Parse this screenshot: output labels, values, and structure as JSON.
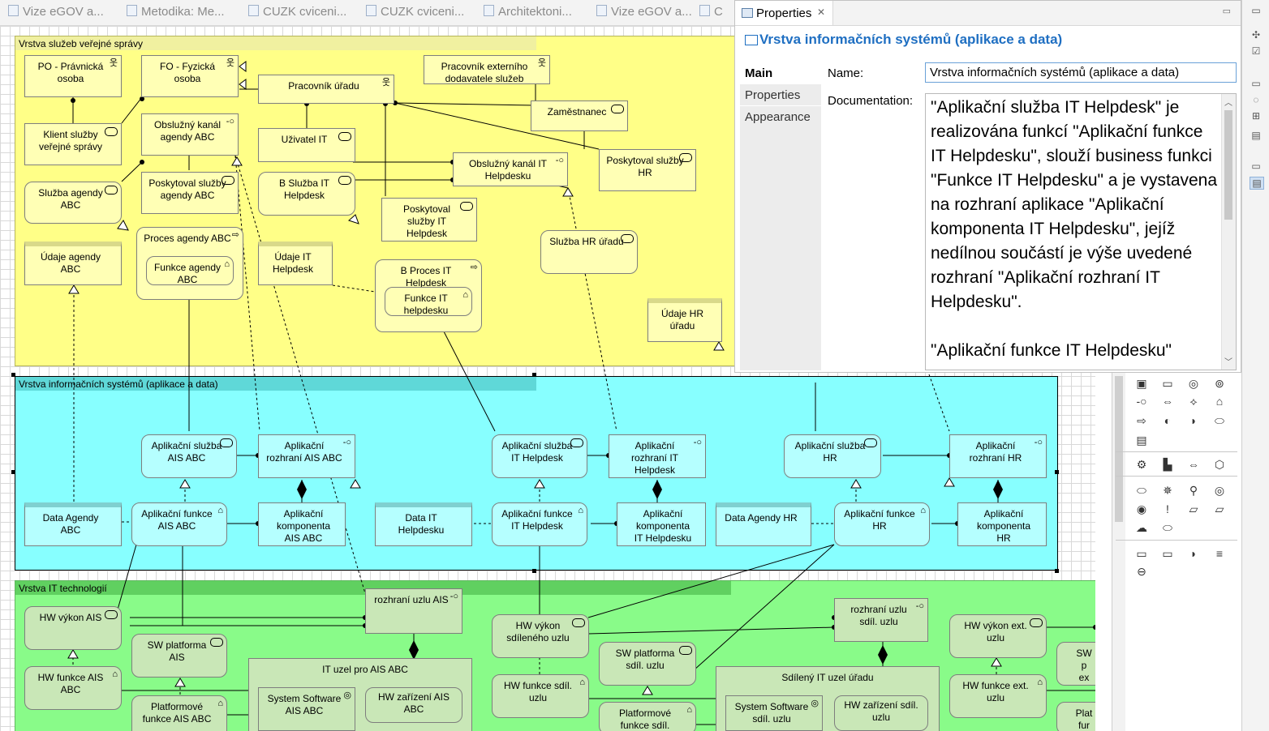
{
  "editor_tabs": [
    "Vize eGOV a...",
    "Metodika: Me...",
    "CUZK cviceni...",
    "CUZK cviceni...",
    "Architektoni...",
    "Vize eGOV a...",
    "C"
  ],
  "layers": {
    "business": "Vrstva služeb veřejné správy",
    "application": "Vrstva informačních systémů (aplikace a data)",
    "technology": "Vrstva IT technologií"
  },
  "business_elements": [
    "PO - Právnická osoba",
    "FO - Fyzická osoba",
    "Pracovník externího dodavatele služeb",
    "Pracovník úřadu",
    "Zaměstnanec",
    "Klient služby veřejné správy",
    "Obslužný kanál agendy ABC",
    "Uživatel IT",
    "Obslužný kanál IT Helpdesku",
    "Poskytoval služby HR",
    "Služba agendy ABC",
    "Poskytoval služby agendy ABC",
    "B Služba IT Helpdesk",
    "Poskytoval služby IT Helpdesk",
    "Služba HR úřadu",
    "Proces agendy ABC",
    "Údaje agendy ABC",
    "Funkce agendy ABC",
    "Údaje IT Helpdesk",
    "B Proces IT Helpdesk",
    "Funkce IT helpdesku",
    "Údaje HR úřadu"
  ],
  "application_elements": [
    "Aplikační služba AIS ABC",
    "Aplikační rozhraní AIS ABC",
    "Aplikační služba IT Helpdesk",
    "Aplikační rozhraní IT Helpdesk",
    "Aplikační služba HR",
    "Aplikační rozhraní HR",
    "Data Agendy ABC",
    "Aplikační funkce AIS ABC",
    "Aplikační komponenta AIS ABC",
    "Data IT Helpdesku",
    "Aplikační funkce IT Helpdesk",
    "Aplikační komponenta IT Helpdesku",
    "Data Agendy HR",
    "Aplikační funkce HR",
    "Aplikační komponenta HR"
  ],
  "technology_elements": [
    "HW výkon AIS",
    "rozhraní uzlu AIS",
    "SW platforma AIS",
    "HW funkce AIS ABC",
    "IT uzel pro AIS ABC",
    "System Software AIS ABC",
    "HW zařízení AIS ABC",
    "Platformové funkce AIS ABC",
    "HW výkon sdíleného uzlu",
    "rozhraní uzlu sdíl. uzlu",
    "SW platforma sdíl. uzlu",
    "HW funkce sdíl. uzlu",
    "Sdílený IT uzel úřadu",
    "System Software sdíl. uzlu",
    "HW zařízení sdíl. uzlu",
    "Platformové funkce sdíl.",
    "HW výkon ext. uzlu",
    "HW funkce ext. uzlu",
    "SW p",
    "ex",
    "Plat",
    "fur"
  ],
  "properties": {
    "tab_label": "Properties",
    "title": "Vrstva informačních systémů (aplikace a data)",
    "tabs": [
      "Main",
      "Properties",
      "Appearance"
    ],
    "name_label": "Name:",
    "name_value": "Vrstva informačních systémů (aplikace a data)",
    "doc_label": "Documentation:",
    "documentation": "\"Aplikační služba IT Helpdesk\" je realizována funkcí \"Aplikační funkce IT Helpdesku\", slouží business funkci \"Funkce IT Helpdesku\" a je vystavena na rozhraní aplikace \"Aplikační komponenta IT Helpdesku\", jejíž nedílnou součástí je výše uvedené rozhraní \"Aplikační rozhraní IT Helpdesku\".\n\n\"Aplikační funkce IT Helpdesku\""
  },
  "colors": {
    "business_layer": "#ffff87",
    "application_layer": "#87ffff",
    "technology_layer": "#89fb89",
    "title_blue": "#1f6fc2"
  }
}
